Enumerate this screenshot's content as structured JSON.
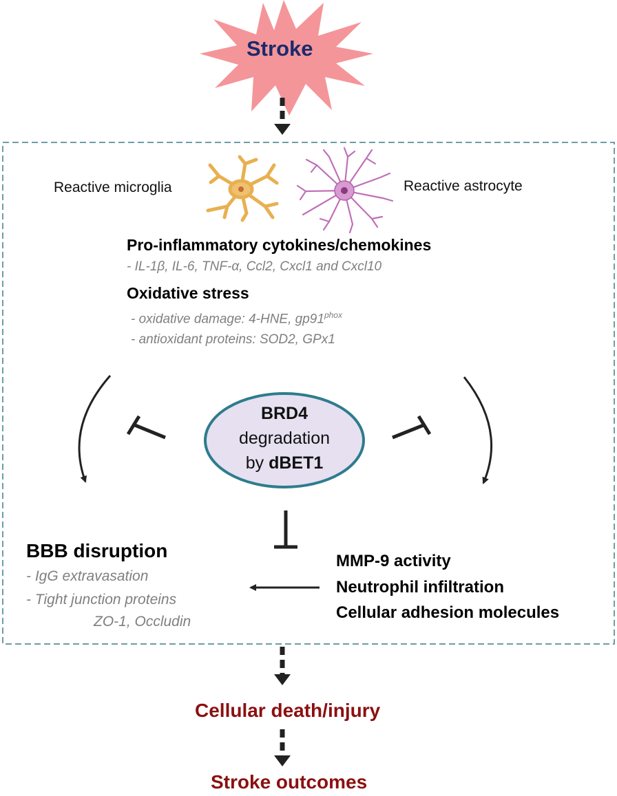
{
  "stroke": {
    "label": "Stroke"
  },
  "cells": {
    "microglia_label": "Reactive microglia",
    "astrocyte_label": "Reactive astrocyte"
  },
  "cytokines": {
    "heading": "Pro-inflammatory cytokines/chemokines",
    "list": "- IL-1β, IL-6, TNF-α, Ccl2, Cxcl1 and Cxcl10"
  },
  "oxidative": {
    "heading": "Oxidative stress",
    "damage_prefix": "- oxidative damage: 4-HNE, gp91",
    "damage_sup": "phox",
    "antioxidants": "- antioxidant proteins: SOD2, GPx1"
  },
  "brd4": {
    "line1": "BRD4",
    "line2": "degradation",
    "line3_prefix": "by ",
    "line3_bold": "dBET1"
  },
  "bbb": {
    "heading": "BBB disruption",
    "item1": "- IgG extravasation",
    "item2": "- Tight junction proteins",
    "item3": "ZO-1, Occludin"
  },
  "mmp": {
    "line1": "MMP-9 activity",
    "line2": "Neutrophil infiltration",
    "line3": "Cellular adhesion molecules"
  },
  "outcomes": {
    "death": "Cellular death/injury",
    "stroke_outcomes": "Stroke outcomes"
  },
  "colors": {
    "star_fill": "#f4959a",
    "stroke_text": "#1a2a6c",
    "box_border": "#3d7b8a",
    "ellipse_fill": "#e6e0f0",
    "ellipse_border": "#2e7c8c",
    "outcome_text": "#8b1010",
    "microglia": "#f0c070",
    "astrocyte": "#c884c0"
  }
}
